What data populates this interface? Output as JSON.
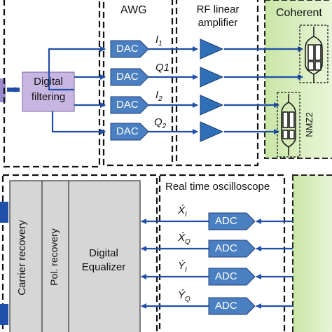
{
  "top": {
    "digital_filtering": "Digital\nfiltering",
    "awg_title": "AWG",
    "rf_title": "RF linear\namplifier",
    "coherent_title": "Coherent",
    "nmz2_label": "NMZ2",
    "dac_label": "DAC",
    "signals": [
      "I",
      "Q1",
      "I",
      "Q"
    ],
    "signal_subs": [
      "1",
      "",
      "2",
      "2"
    ]
  },
  "bottom": {
    "oscilloscope_title": "Real time oscilloscope",
    "adc_label": "ADC",
    "carrier_recovery": "Carrier recovery",
    "pol_recovery": "Pol. recovery",
    "digital_equalizer": "Digital\nEqualizer",
    "signals": [
      {
        "base": "X",
        "sub": "I"
      },
      {
        "base": "X",
        "sub": "Q"
      },
      {
        "base": "Y",
        "sub": "I"
      },
      {
        "base": "Y",
        "sub": "Q"
      }
    ]
  },
  "colors": {
    "arrow": "#1f4fa8",
    "dac_fill": "#4a7fc1",
    "amp_fill": "#2f6fb8",
    "filter_fill": "#c8b6e2",
    "green_fill": "#d9efbf",
    "dsp_fill": "#d6d6d6"
  }
}
